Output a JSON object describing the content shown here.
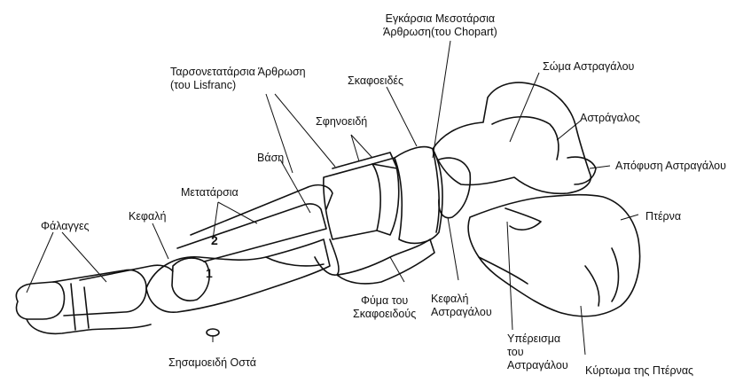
{
  "labels": {
    "chopart": [
      "Εγκάρσια Μεσοτάρσια",
      "Άρθρωση(του Chopart)"
    ],
    "lisfranc": [
      "Ταρσονετατάρσια Άρθρωση",
      "(του Lisfranc)"
    ],
    "talus_body": "Σώμα Αστραγάλου",
    "navicular": "Σκαφοειδές",
    "talus": "Αστράγαλος",
    "cuneiforms": "Σφηνοειδή",
    "base": "Βάση",
    "talus_process": "Απόφυση Αστραγάλου",
    "metatarsals": "Μετατάρσια",
    "calcaneus": "Πτέρνα",
    "head": "Κεφαλή",
    "phalanges": "Φάλαγγες",
    "navicular_tuberosity": [
      "Φύμα του",
      "Σκαφοειδούς"
    ],
    "talus_head": [
      "Κεφαλή",
      "Αστραγάλου"
    ],
    "sustentaculum": [
      "Υπέρεισμα",
      "του",
      "Αστραγάλου"
    ],
    "sesamoids": "Σησαμοειδή Οστά",
    "calcaneal_tuberosity": "Κύρτωμα της Πτέρνας",
    "metatarsal_1": "1",
    "metatarsal_2": "2"
  },
  "colors": {
    "ink": "#111111",
    "background": "#ffffff"
  }
}
